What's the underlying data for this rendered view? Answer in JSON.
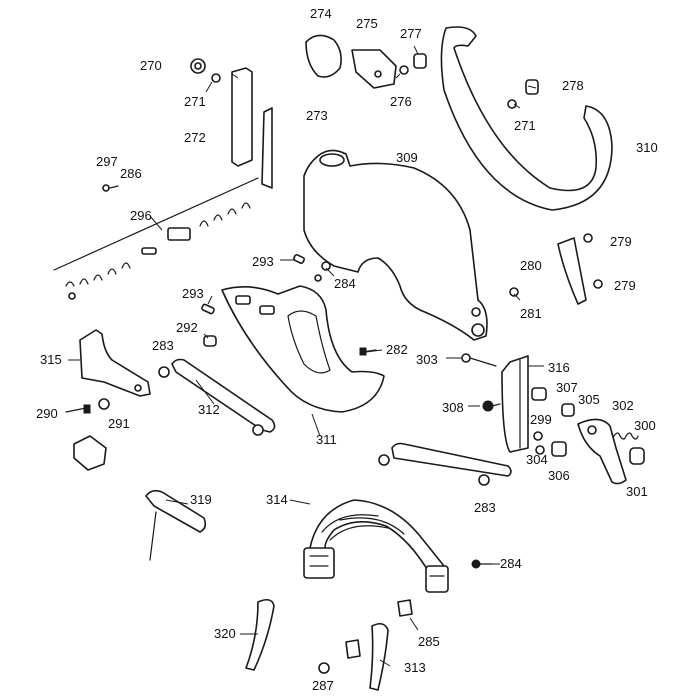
{
  "labels": {
    "n270": "270",
    "n271a": "271",
    "n272": "272",
    "n273": "273",
    "n274": "274",
    "n275": "275",
    "n276": "276",
    "n277": "277",
    "n278": "278",
    "n271b": "271",
    "n310": "310",
    "n297": "297",
    "n286": "286",
    "n296": "296",
    "n309": "309",
    "n293a": "293",
    "n284a": "284",
    "n279a": "279",
    "n280": "280",
    "n279b": "279",
    "n281": "281",
    "n293b": "293",
    "n292": "292",
    "n283a": "283",
    "n282": "282",
    "n315": "315",
    "n303": "303",
    "n316": "316",
    "n307": "307",
    "n305": "305",
    "n302": "302",
    "n290": "290",
    "n291": "291",
    "n312": "312",
    "n311": "311",
    "n308": "308",
    "n299": "299",
    "n300": "300",
    "n304": "304",
    "n306": "306",
    "n301": "301",
    "n319": "319",
    "n314": "314",
    "n283b": "283",
    "n284b": "284",
    "n320": "320",
    "n285": "285",
    "n313": "313",
    "n287": "287"
  }
}
